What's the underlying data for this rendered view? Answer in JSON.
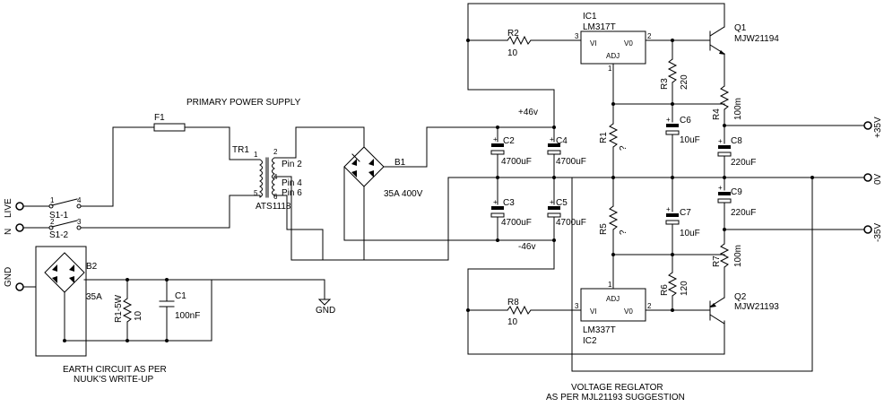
{
  "notes": {
    "primary_power": "PRIMARY POWER SUPPLY",
    "earth_line1": "EARTH CIRCUIT AS PER",
    "earth_line2": "NUUK'S WRITE-UP",
    "regulator_line1": "VOLTAGE REGLATOR",
    "regulator_line2": "AS PER MJL21193 SUGGESTION"
  },
  "terminals": {
    "live": "LIVE",
    "neutral": "N",
    "gnd": "GND",
    "pos35": "+35V",
    "zero": "0V",
    "neg35": "-35V",
    "gnd_symbol": "GND"
  },
  "rails": {
    "pos46": "+46v",
    "neg46": "-46v"
  },
  "switch": {
    "s1_1": "S1-1",
    "s1_2": "S1-2",
    "pin1": "1",
    "pin4": "4",
    "pin2": "2",
    "pin3": "3"
  },
  "fuse": {
    "ref": "F1"
  },
  "transformer": {
    "ref": "TR1",
    "part": "ATS1118",
    "pin2": "Pin 2",
    "pin4": "Pin 4",
    "pin6": "Pin 6",
    "n1": "1",
    "n2": "2",
    "n4": "4",
    "n5": "5",
    "n6": "6"
  },
  "bridge_b1": {
    "ref": "B1",
    "rating": "35A 400V"
  },
  "bridge_b2": {
    "ref": "B2",
    "rating": "35A"
  },
  "capacitors": {
    "c1": {
      "ref": "C1",
      "value": "100nF"
    },
    "c2": {
      "ref": "C2",
      "value": "4700uF"
    },
    "c3": {
      "ref": "C3",
      "value": "4700uF"
    },
    "c4": {
      "ref": "C4",
      "value": "4700uF"
    },
    "c5": {
      "ref": "C5",
      "value": "4700uF"
    },
    "c6": {
      "ref": "C6",
      "value": "10uF"
    },
    "c7": {
      "ref": "C7",
      "value": "10uF"
    },
    "c8": {
      "ref": "C8",
      "value": "220uF"
    },
    "c9": {
      "ref": "C9",
      "value": "220uF"
    },
    "plus": "+"
  },
  "resistors": {
    "r1": {
      "ref": "R1-5W",
      "value": "10"
    },
    "r2": {
      "ref": "R2",
      "value": "10"
    },
    "r3": {
      "ref": "R3",
      "value": "220"
    },
    "r4": {
      "ref": "R4",
      "value": "100m"
    },
    "r5": {
      "ref": "R5",
      "value": "?"
    },
    "r6": {
      "ref": "R6",
      "value": "120"
    },
    "r7": {
      "ref": "R7",
      "value": "100m"
    },
    "r8": {
      "ref": "R8",
      "value": "10"
    },
    "r1v": {
      "ref": "R1",
      "value": "?"
    }
  },
  "ic1": {
    "ref": "IC1",
    "part": "LM317T",
    "vi": "VI",
    "vo": "V0",
    "adj": "ADJ",
    "p1": "1",
    "p2": "2",
    "p3": "3"
  },
  "ic2": {
    "ref": "IC2",
    "part": "LM337T",
    "vi": "VI",
    "vo": "V0",
    "adj": "ADJ",
    "p1": "1",
    "p2": "2",
    "p3": "3"
  },
  "q1": {
    "ref": "Q1",
    "part": "MJW21194"
  },
  "q2": {
    "ref": "Q2",
    "part": "MJW21193"
  }
}
